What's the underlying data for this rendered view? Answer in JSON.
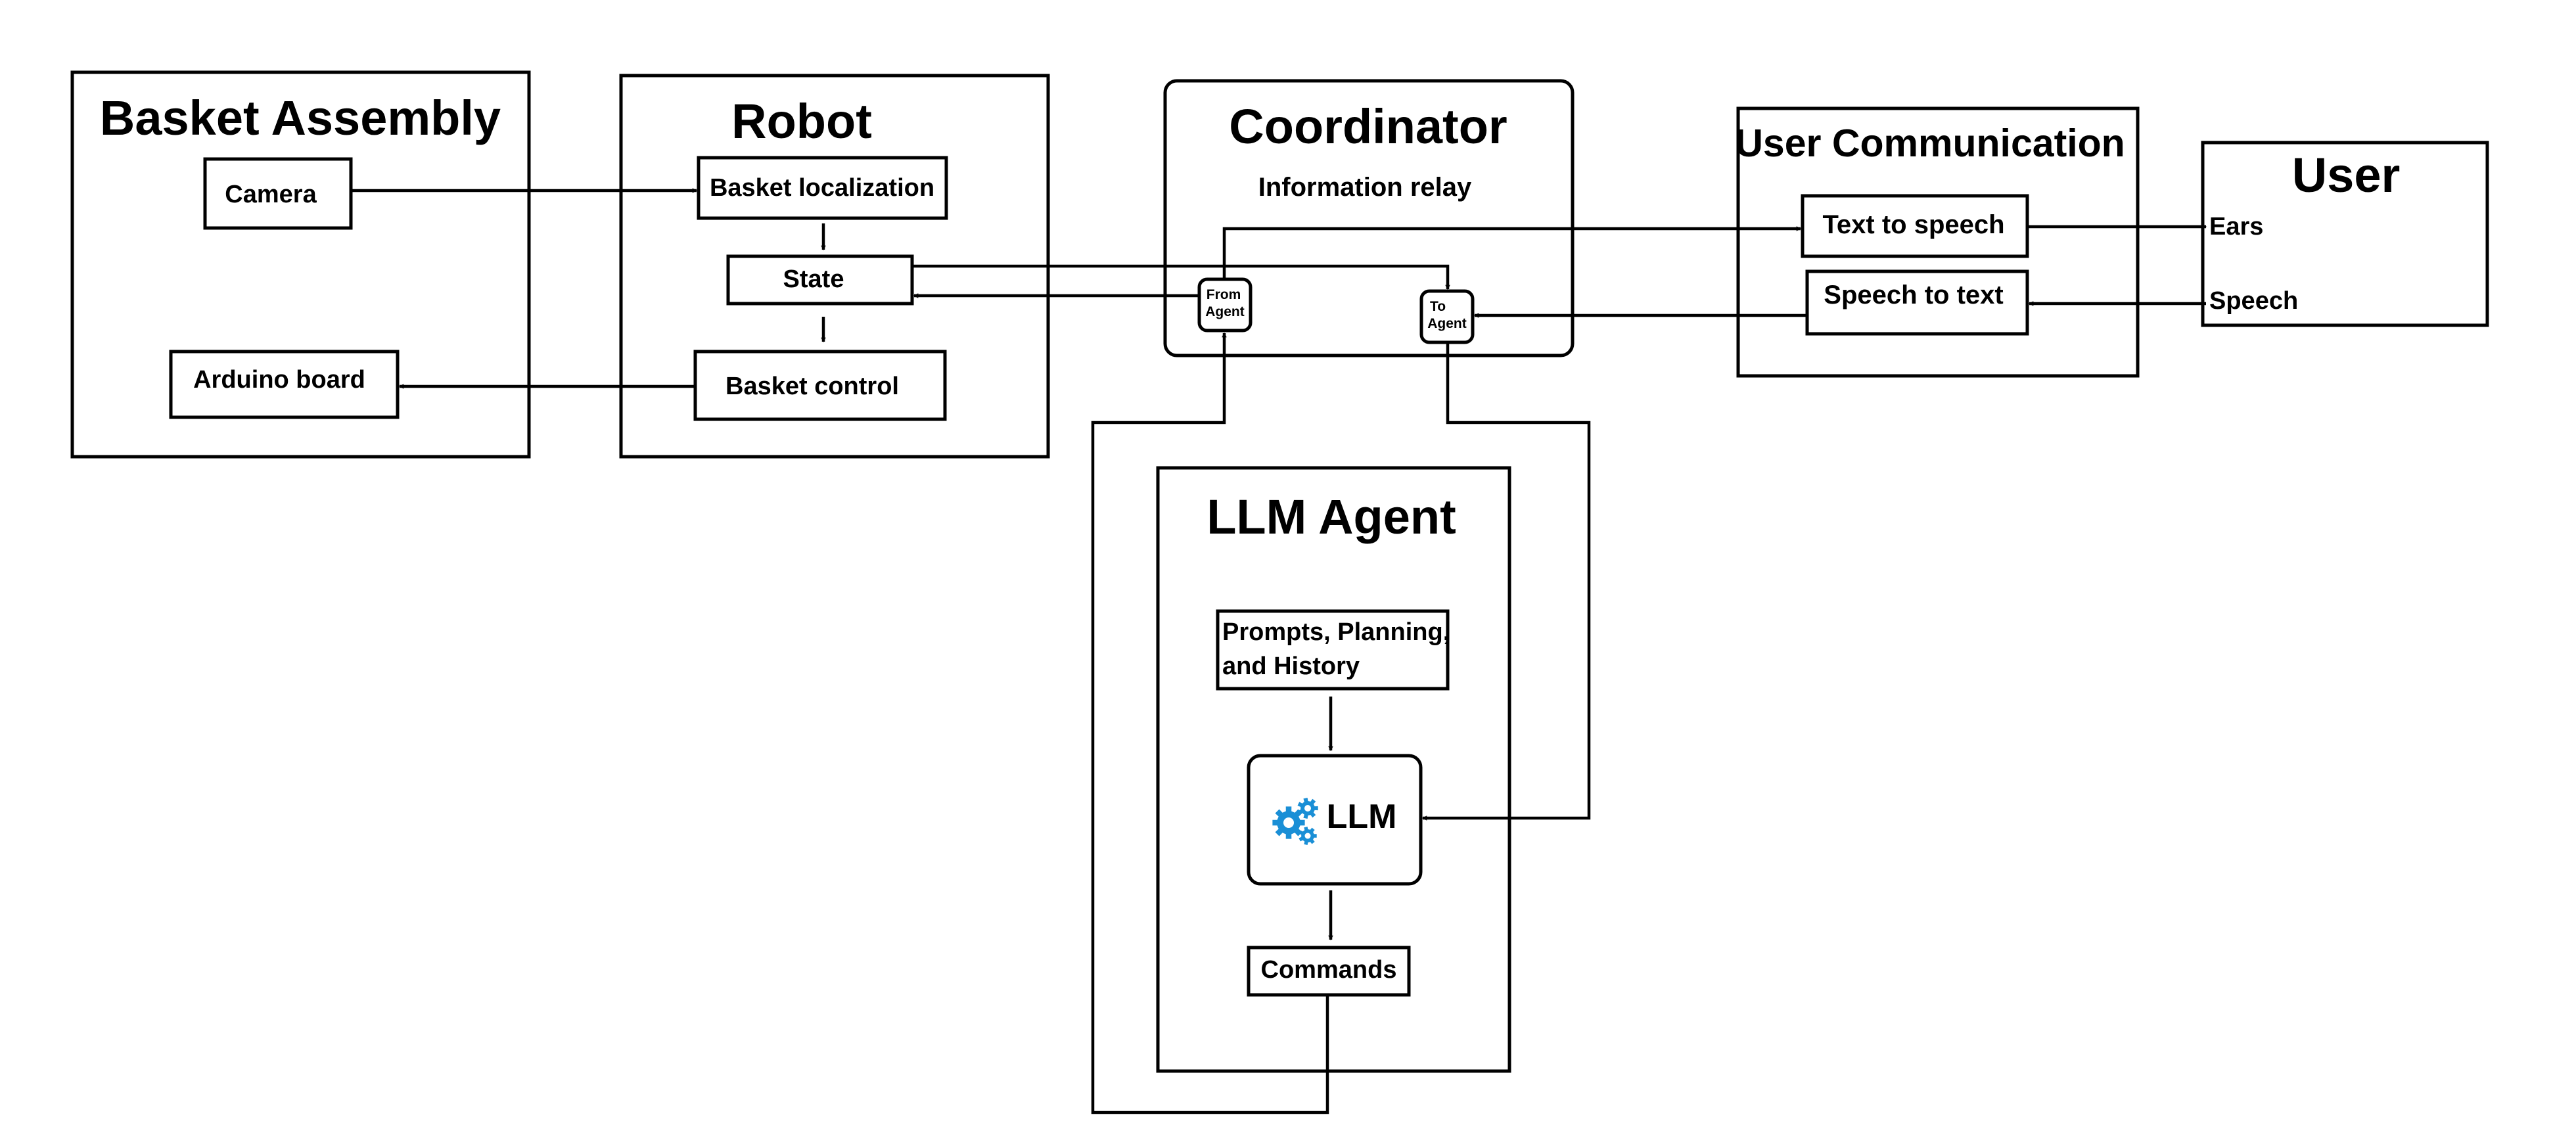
{
  "groups": {
    "basket_assembly": {
      "title": "Basket Assembly",
      "camera": "Camera",
      "arduino": "Arduino board"
    },
    "robot": {
      "title": "Robot",
      "localization": "Basket localization",
      "state": "State",
      "control": "Basket control"
    },
    "coordinator": {
      "title": "Coordinator",
      "subtitle": "Information relay",
      "from_agent_1": "From",
      "from_agent_2": "Agent",
      "to_agent_1": "To",
      "to_agent_2": "Agent"
    },
    "user_communication": {
      "title": "User Communication",
      "tts": "Text to speech",
      "stt": "Speech to text"
    },
    "user": {
      "title": "User",
      "ears": "Ears",
      "speech": "Speech"
    },
    "llm_agent": {
      "title": "LLM Agent",
      "prompts_1": "Prompts, Planning,",
      "prompts_2": "and History",
      "llm": "LLM",
      "commands": "Commands"
    }
  },
  "icons": {
    "llm": "gears-icon"
  },
  "colors": {
    "gear": "#1a8fd6",
    "line": "#000000"
  }
}
